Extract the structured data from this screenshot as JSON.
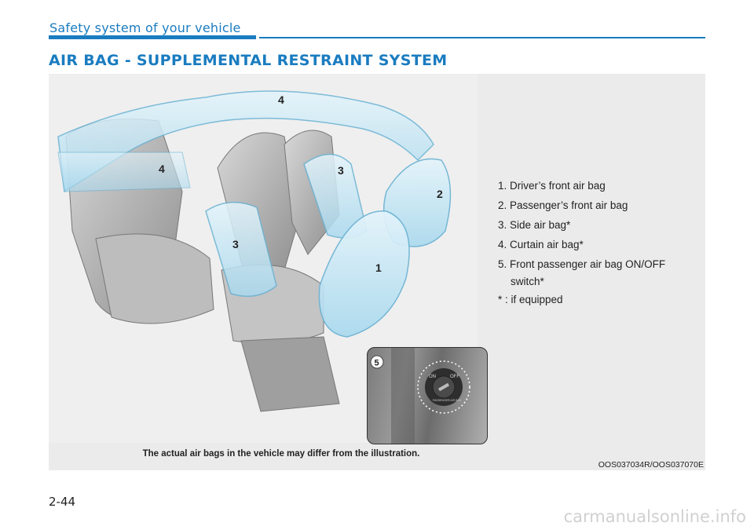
{
  "header": {
    "section": "Safety system of your vehicle"
  },
  "title": "AIR BAG - SUPPLEMENTAL RESTRAINT SYSTEM",
  "figure": {
    "callouts": [
      "4",
      "4",
      "3",
      "3",
      "2",
      "1",
      "5"
    ],
    "legend": [
      {
        "text": "1. Driver’s front air bag"
      },
      {
        "text": "2. Passenger’s front air bag"
      },
      {
        "text": "3. Side air bag*"
      },
      {
        "text": "4. Curtain air bag*"
      },
      {
        "text": "5. Front passenger air bag ON/OFF",
        "cont": "switch*"
      },
      {
        "text": "* : if equipped"
      }
    ],
    "caption": "The actual air bags in the vehicle may differ from the illustration.",
    "ref_code": "OOS037034R/OOS037070E",
    "inset_labels": {
      "on": "ON",
      "off": "OFF",
      "subtitle": "PASSENGER AIR BAG"
    }
  },
  "page_number": "2-44",
  "watermark": "carmanualsonline.info"
}
